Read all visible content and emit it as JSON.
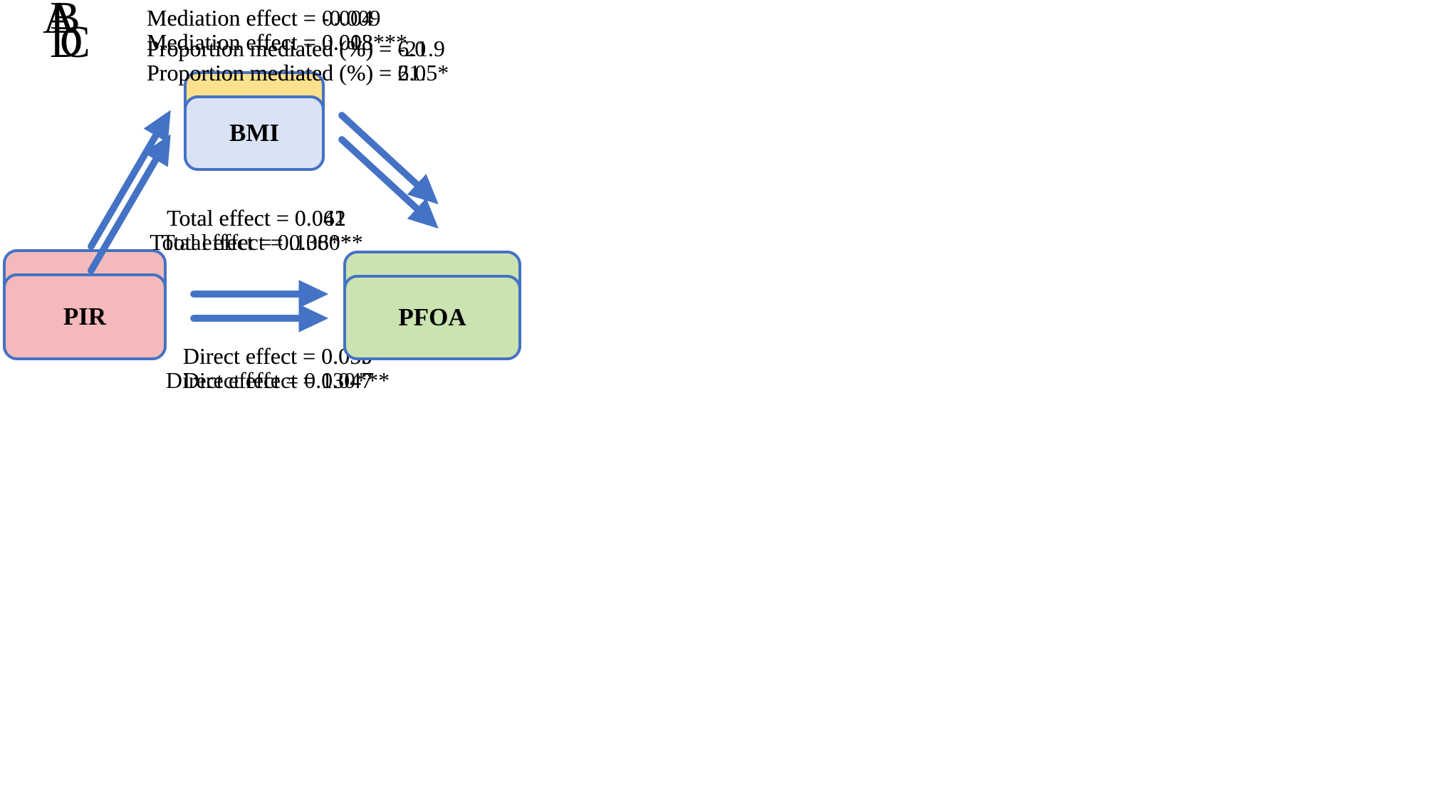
{
  "figure": {
    "background_color": "#FFFFFF",
    "text_color": "#000000",
    "box_border_color": "#4472C4",
    "arrow_color": "#4472C4",
    "node_fills": {
      "pir": "#F4B9BB",
      "bmi_yellow": "#FCE08C",
      "bmi_blue": "#DAE3F4",
      "pfoa": "#CBE3B1"
    }
  },
  "panels": [
    {
      "label": "A",
      "mediation_effect_text": "Mediation effect = 0.004",
      "proportion_mediated_text": "Proportion mediated (%) = 6.0",
      "total_effect_text": "Total effect = 0.062",
      "direct_effect_text": "Direct effect = 0.059",
      "exposure_label": "PIR",
      "mediator_label": "BMI",
      "outcome_label": "PFOA",
      "mediator_fill": "#FCE08C"
    },
    {
      "label": "B",
      "mediation_effect_text": "Mediation effect = -0.009",
      "proportion_mediated_text": "Proportion mediated (%) = -21.9",
      "total_effect_text": "Total effect = 0.041",
      "direct_effect_text": "Direct effect = 0.050",
      "exposure_label": "PIR",
      "mediator_label": "BMI",
      "outcome_label": "PFOA",
      "mediator_fill": "#FCE08C"
    },
    {
      "label": "C",
      "mediation_effect_text": "Mediation effect = 0.013***",
      "proportion_mediated_text": "Proportion mediated (%) = 21.5*",
      "total_effect_text": "Total effect = 0.060*",
      "direct_effect_text": "Direct effect = 0.047",
      "exposure_label": "PIR",
      "mediator_label": "BMI",
      "outcome_label": "PFOA",
      "mediator_fill": "#DAE3F4"
    },
    {
      "label": "D",
      "mediation_effect_text": "Mediation effect = 0.008",
      "proportion_mediated_text": "Proportion mediated (%) = 6.0",
      "total_effect_text": "Total effect = 0.138***",
      "direct_effect_text": "Direct effect = 0.130***",
      "exposure_label": "PIR",
      "mediator_label": "BMI",
      "outcome_label": "PFOA",
      "mediator_fill": "#DAE3F4"
    }
  ]
}
